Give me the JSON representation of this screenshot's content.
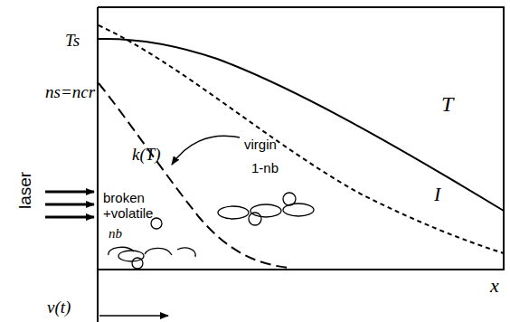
{
  "diagram": {
    "labels": [
      "Ts",
      "ns=ncr",
      "laser",
      "k(T)",
      "virgin",
      "1-nb",
      "broken",
      "+volatile",
      "nb",
      "T",
      "I",
      "x",
      "v(t)"
    ]
  }
}
